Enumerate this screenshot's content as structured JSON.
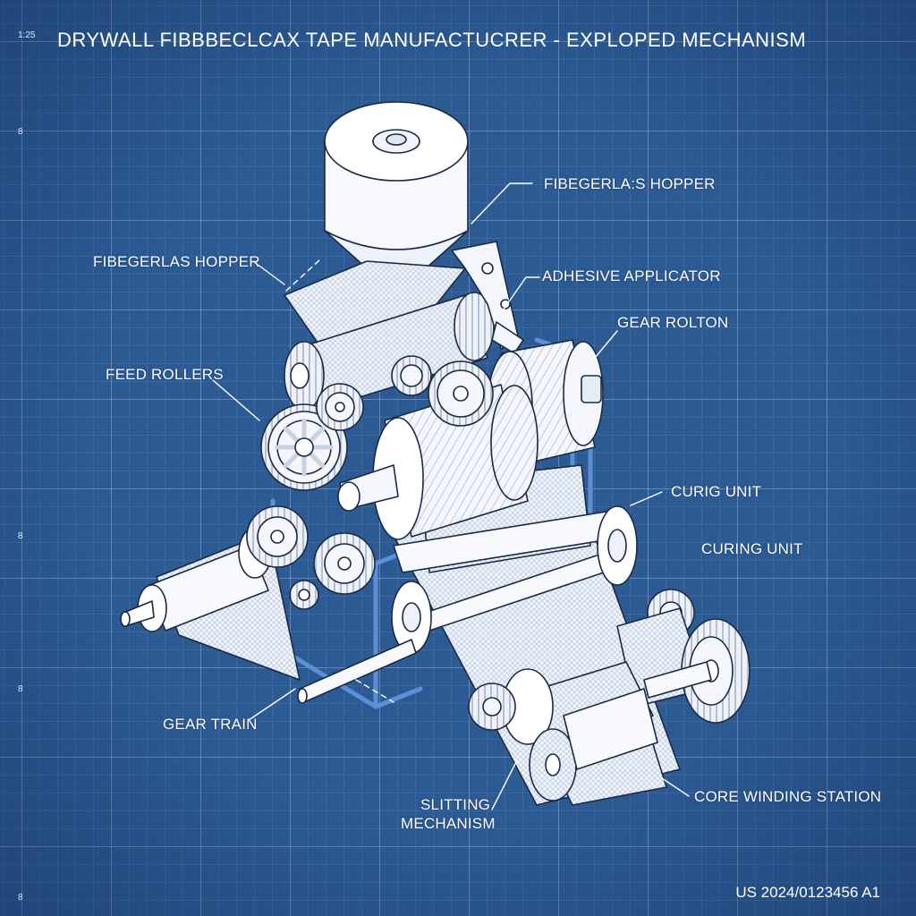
{
  "title": "DRYWALL FIBBBECLCAX TAPE MANUFACTUCRER - EXPLOPED MECHANISM",
  "corner_tag": "1:25",
  "margin_ticks": [
    "8",
    "8",
    "8",
    "8"
  ],
  "labels": {
    "hopper_top": "FIBEGERLA:S HOPPER",
    "hopper_left": "FIBEGERLAS HOPPER",
    "adhesive": "ADHESIVE APPLICATOR",
    "gear_rolton": "GEAR ROLTON",
    "feed_rollers": "FEED ROLLERS",
    "curig": "CURIG UNIT",
    "curing": "CURING UNIT",
    "gear_train": "GEAR TRAIN",
    "slitting_1": "SLITTING",
    "slitting_2": "MECHANISM",
    "core_winding": "CORE WINDING STATION"
  },
  "patent_number": "US 2024/0123456 A1",
  "colors": {
    "background": "#2c5b94",
    "line": "#1a2a44",
    "part_fill": "#f4f6fb",
    "frame": "#5b8fd6",
    "label": "#ffffff"
  }
}
